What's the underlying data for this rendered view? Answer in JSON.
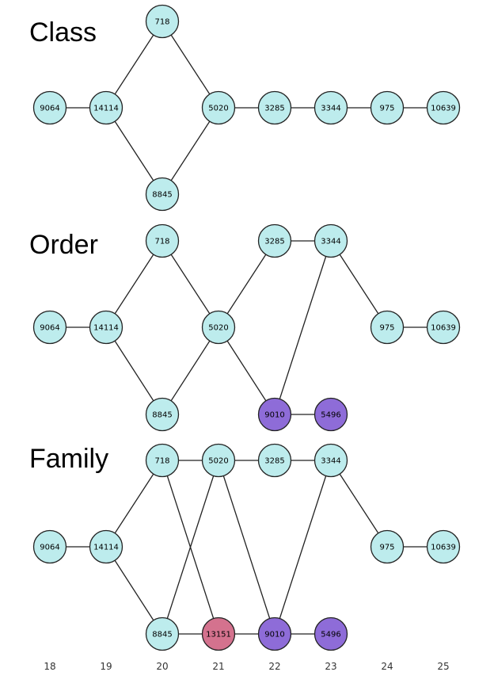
{
  "colors": {
    "default": "#bdeced",
    "purple": "#8e6cd8",
    "pink": "#d4728e",
    "edge": "#222222"
  },
  "x_axis": [
    "18",
    "19",
    "20",
    "21",
    "22",
    "23",
    "24",
    "25"
  ],
  "panels": [
    {
      "title": "Class",
      "nodes": [
        {
          "id": "9064",
          "col": 18,
          "row": "mid",
          "color": "default"
        },
        {
          "id": "14114",
          "col": 19,
          "row": "mid",
          "color": "default"
        },
        {
          "id": "718",
          "col": 20,
          "row": "top",
          "color": "default"
        },
        {
          "id": "8845",
          "col": 20,
          "row": "bottom",
          "color": "default"
        },
        {
          "id": "5020",
          "col": 21,
          "row": "mid",
          "color": "default"
        },
        {
          "id": "3285",
          "col": 22,
          "row": "mid",
          "color": "default"
        },
        {
          "id": "3344",
          "col": 23,
          "row": "mid",
          "color": "default"
        },
        {
          "id": "975",
          "col": 24,
          "row": "mid",
          "color": "default"
        },
        {
          "id": "10639",
          "col": 25,
          "row": "mid",
          "color": "default"
        }
      ],
      "edges": [
        [
          "9064",
          "14114"
        ],
        [
          "14114",
          "718"
        ],
        [
          "14114",
          "8845"
        ],
        [
          "718",
          "5020"
        ],
        [
          "8845",
          "5020"
        ],
        [
          "5020",
          "3285"
        ],
        [
          "3285",
          "3344"
        ],
        [
          "3344",
          "975"
        ],
        [
          "975",
          "10639"
        ]
      ]
    },
    {
      "title": "Order",
      "nodes": [
        {
          "id": "9064",
          "col": 18,
          "row": "mid",
          "color": "default"
        },
        {
          "id": "14114",
          "col": 19,
          "row": "mid",
          "color": "default"
        },
        {
          "id": "718",
          "col": 20,
          "row": "top",
          "color": "default"
        },
        {
          "id": "8845",
          "col": 20,
          "row": "bottom",
          "color": "default"
        },
        {
          "id": "5020",
          "col": 21,
          "row": "mid",
          "color": "default"
        },
        {
          "id": "3285",
          "col": 22,
          "row": "top",
          "color": "default"
        },
        {
          "id": "9010",
          "col": 22,
          "row": "bottom",
          "color": "purple"
        },
        {
          "id": "3344",
          "col": 23,
          "row": "top",
          "color": "default"
        },
        {
          "id": "5496",
          "col": 23,
          "row": "bottom",
          "color": "purple"
        },
        {
          "id": "975",
          "col": 24,
          "row": "mid",
          "color": "default"
        },
        {
          "id": "10639",
          "col": 25,
          "row": "mid",
          "color": "default"
        }
      ],
      "edges": [
        [
          "9064",
          "14114"
        ],
        [
          "14114",
          "718"
        ],
        [
          "14114",
          "8845"
        ],
        [
          "718",
          "5020"
        ],
        [
          "8845",
          "5020"
        ],
        [
          "5020",
          "3285"
        ],
        [
          "5020",
          "9010"
        ],
        [
          "3285",
          "3344"
        ],
        [
          "9010",
          "3344"
        ],
        [
          "9010",
          "5496"
        ],
        [
          "3344",
          "975"
        ],
        [
          "975",
          "10639"
        ]
      ]
    },
    {
      "title": "Family",
      "nodes": [
        {
          "id": "9064",
          "col": 18,
          "row": "mid",
          "color": "default"
        },
        {
          "id": "14114",
          "col": 19,
          "row": "mid",
          "color": "default"
        },
        {
          "id": "718",
          "col": 20,
          "row": "top",
          "color": "default"
        },
        {
          "id": "8845",
          "col": 20,
          "row": "bottom",
          "color": "default"
        },
        {
          "id": "5020",
          "col": 21,
          "row": "top",
          "color": "default"
        },
        {
          "id": "13151",
          "col": 21,
          "row": "bottom",
          "color": "pink"
        },
        {
          "id": "3285",
          "col": 22,
          "row": "top",
          "color": "default"
        },
        {
          "id": "9010",
          "col": 22,
          "row": "bottom",
          "color": "purple"
        },
        {
          "id": "3344",
          "col": 23,
          "row": "top",
          "color": "default"
        },
        {
          "id": "5496",
          "col": 23,
          "row": "bottom",
          "color": "purple"
        },
        {
          "id": "975",
          "col": 24,
          "row": "mid",
          "color": "default"
        },
        {
          "id": "10639",
          "col": 25,
          "row": "mid",
          "color": "default"
        }
      ],
      "edges": [
        [
          "9064",
          "14114"
        ],
        [
          "14114",
          "718"
        ],
        [
          "14114",
          "8845"
        ],
        [
          "718",
          "5020"
        ],
        [
          "718",
          "13151"
        ],
        [
          "8845",
          "5020"
        ],
        [
          "8845",
          "13151"
        ],
        [
          "5020",
          "3285"
        ],
        [
          "5020",
          "9010"
        ],
        [
          "3285",
          "3344"
        ],
        [
          "13151",
          "9010"
        ],
        [
          "9010",
          "3344"
        ],
        [
          "9010",
          "5496"
        ],
        [
          "3344",
          "975"
        ],
        [
          "975",
          "10639"
        ]
      ]
    }
  ]
}
